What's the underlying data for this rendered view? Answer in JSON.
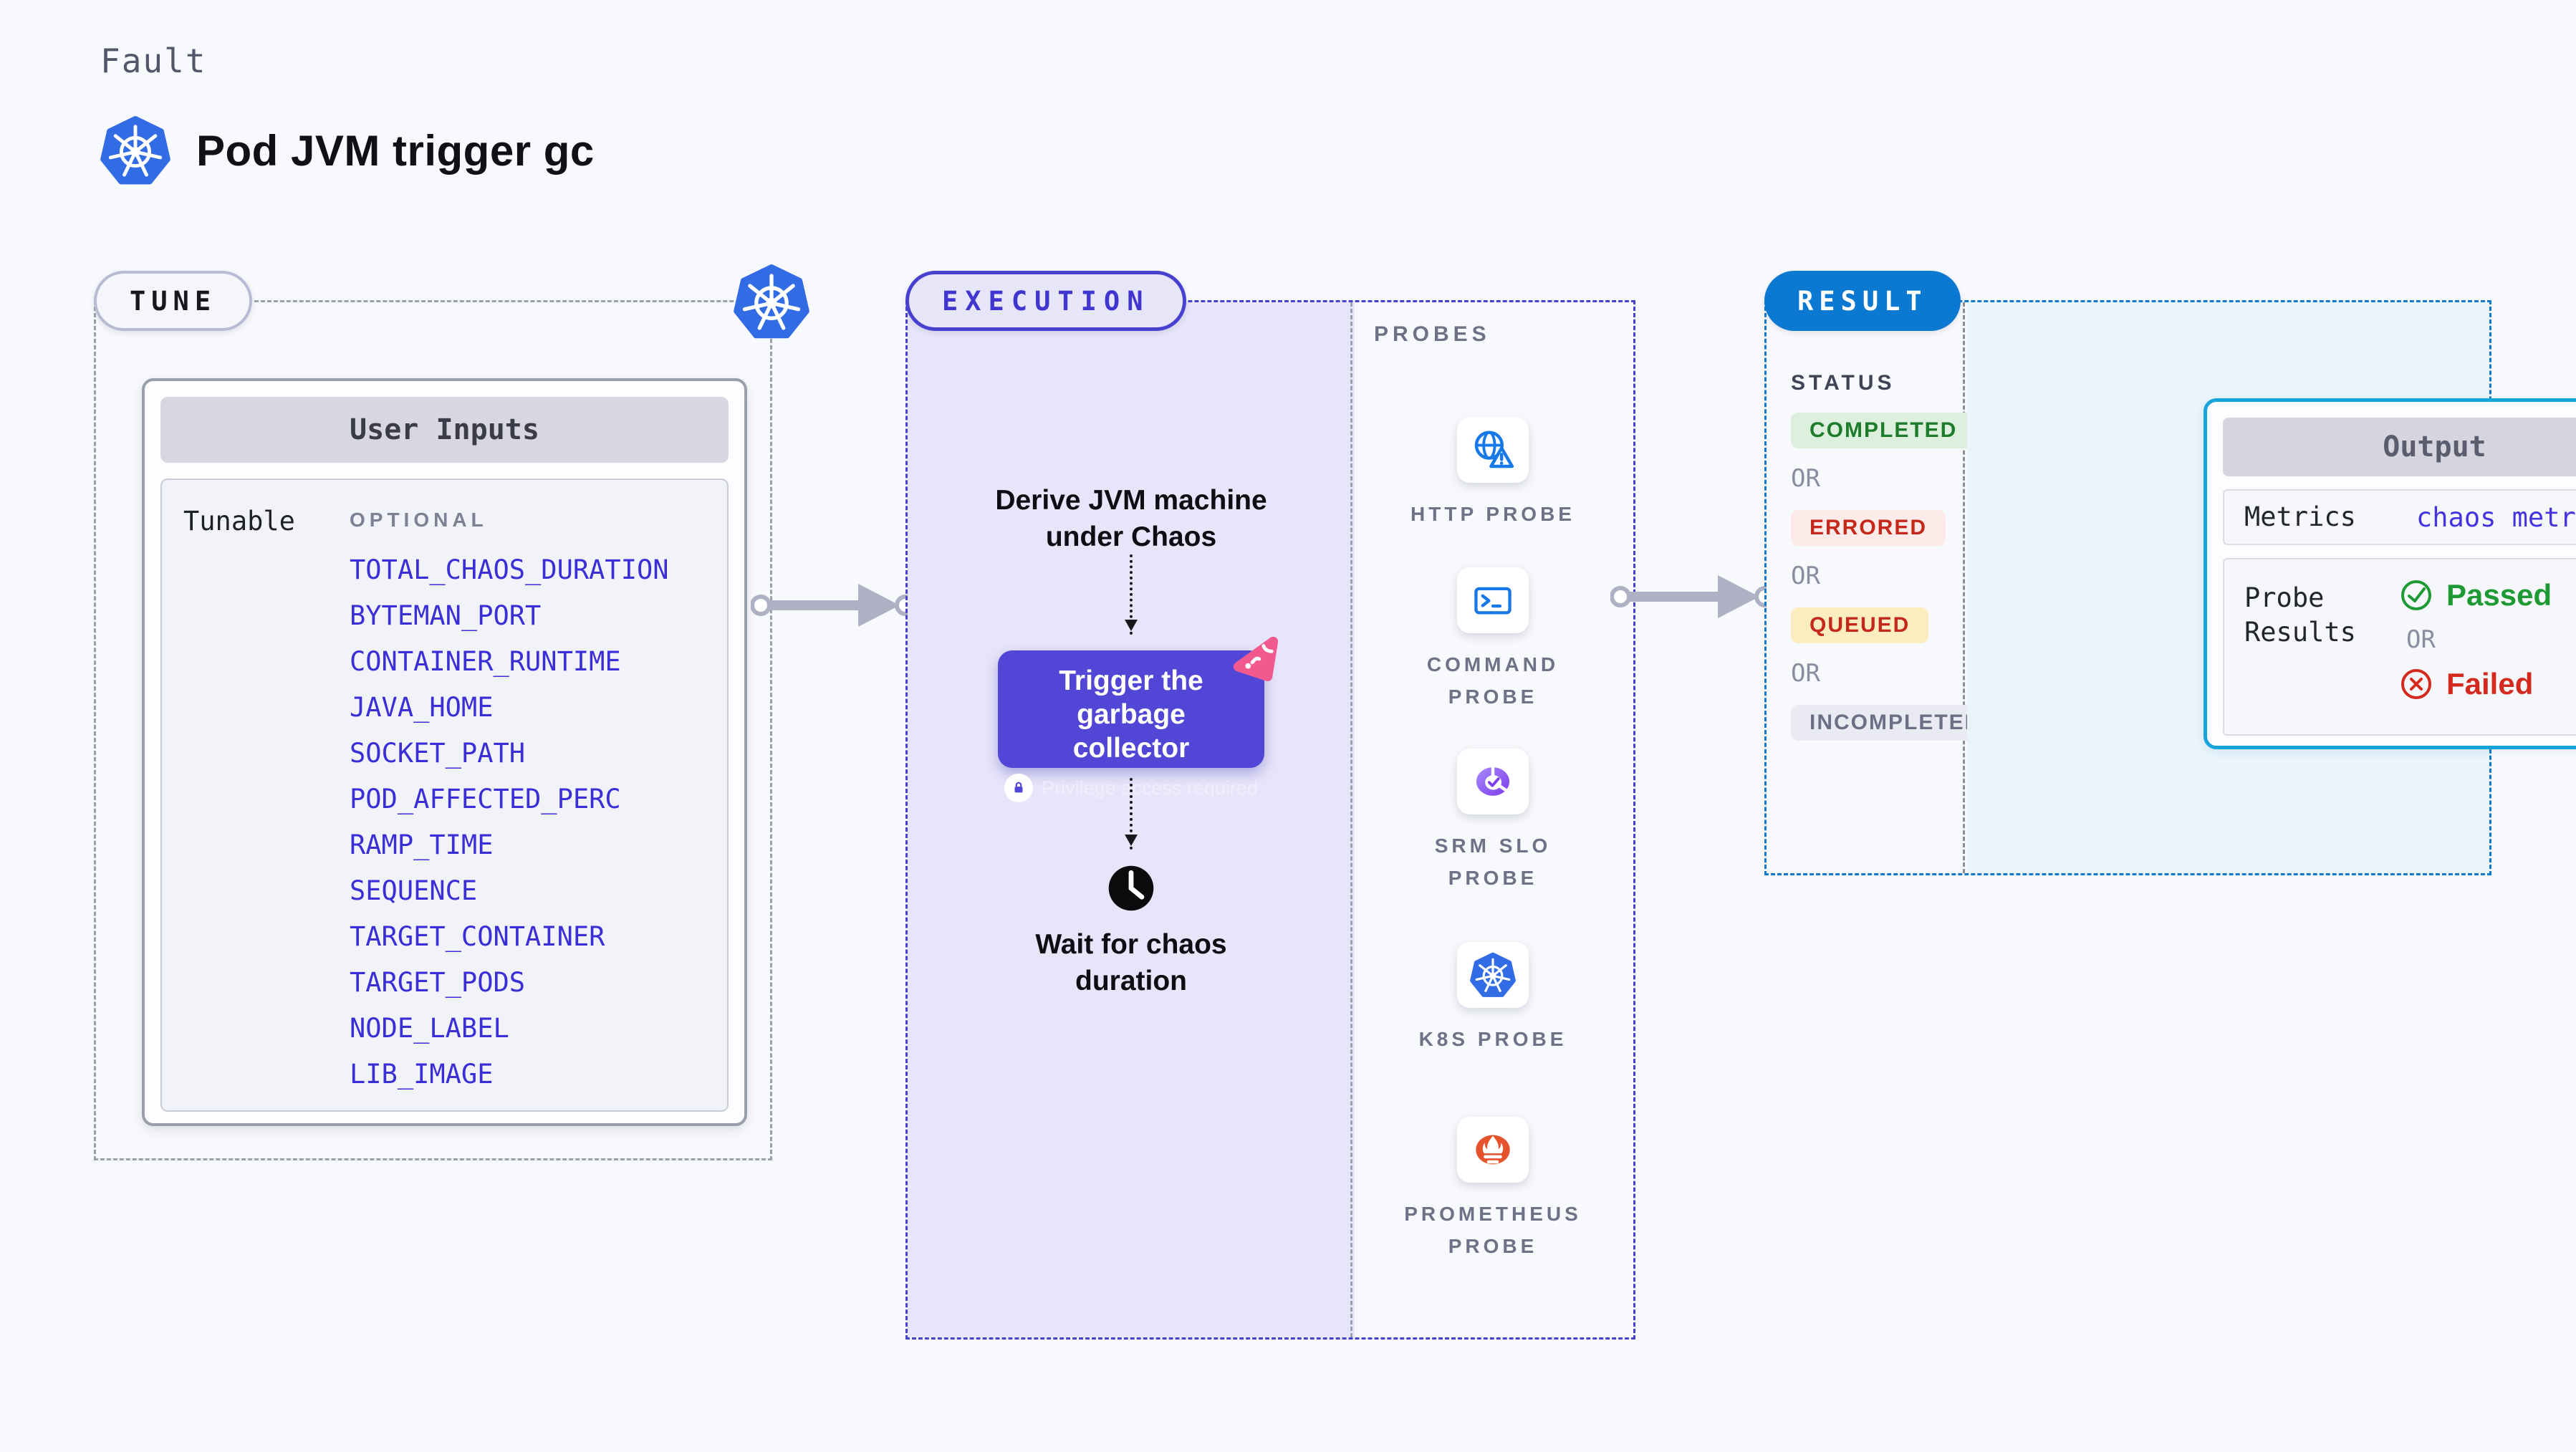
{
  "header": {
    "kicker": "Fault",
    "title": "Pod JVM trigger gc",
    "logo_icon": "kubernetes-icon"
  },
  "tune": {
    "badge": "TUNE",
    "corner_icon": "kubernetes-icon",
    "card_title": "User Inputs",
    "row_label": "Tunable",
    "optional_label": "OPTIONAL",
    "tunables": [
      "TOTAL_CHAOS_DURATION",
      "BYTEMAN_PORT",
      "CONTAINER_RUNTIME",
      "JAVA_HOME",
      "SOCKET_PATH",
      "POD_AFFECTED_PERC",
      "RAMP_TIME",
      "SEQUENCE",
      "TARGET_CONTAINER",
      "TARGET_PODS",
      "NODE_LABEL",
      "LIB_IMAGE"
    ]
  },
  "execution": {
    "badge": "EXECUTION",
    "derive_text": "Derive JVM machine under Chaos",
    "action": {
      "title": "Trigger the garbage collector",
      "note": "Privilege access required",
      "note_icon": "lock-icon",
      "corner_icon": "chaos-cursor-icon"
    },
    "wait_icon": "clock-icon",
    "wait_text": "Wait for chaos duration",
    "probes": {
      "label": "PROBES",
      "items": [
        {
          "name": "HTTP PROBE",
          "icon": "globe-alert-icon"
        },
        {
          "name": "COMMAND PROBE",
          "icon": "terminal-icon"
        },
        {
          "name": "SRM SLO PROBE",
          "icon": "slo-donut-icon"
        },
        {
          "name": "K8S PROBE",
          "icon": "kubernetes-icon"
        },
        {
          "name": "PROMETHEUS PROBE",
          "icon": "prometheus-icon"
        }
      ]
    }
  },
  "result": {
    "badge": "RESULT",
    "status_label": "STATUS",
    "or_label": "OR",
    "statuses": [
      {
        "label": "COMPLETED",
        "type": "success"
      },
      {
        "label": "ERRORED",
        "type": "error"
      },
      {
        "label": "QUEUED",
        "type": "warning"
      },
      {
        "label": "INCOMPLETED",
        "type": "muted"
      }
    ],
    "output": {
      "title": "Output",
      "metrics_label": "Metrics",
      "metrics_value": "chaos metrics",
      "probe_results_label": "Probe Results",
      "passed_label": "Passed",
      "or_label": "OR",
      "failed_label": "Failed",
      "passed_icon": "check-circle-icon",
      "failed_icon": "x-circle-icon"
    }
  },
  "colors": {
    "page_bg": "#f8f9fc",
    "link_blue": "#3a2ed6",
    "execution_indigo": "#4741d0",
    "execution_fill": "#e7e5f9",
    "trigger_bg": "#5146d5",
    "result_blue": "#0b79d1",
    "output_border": "#17a3dc",
    "arrow_gray": "#aeb1c4",
    "success_green": "#1d7c2c",
    "error_red": "#c5281b",
    "pink_accent": "#f2598e",
    "k8s_blue": "#326ce5",
    "probe_icon_blue": "#1779e8",
    "prometheus_orange": "#e6522c",
    "slo_purple": "#8b5cf6"
  }
}
